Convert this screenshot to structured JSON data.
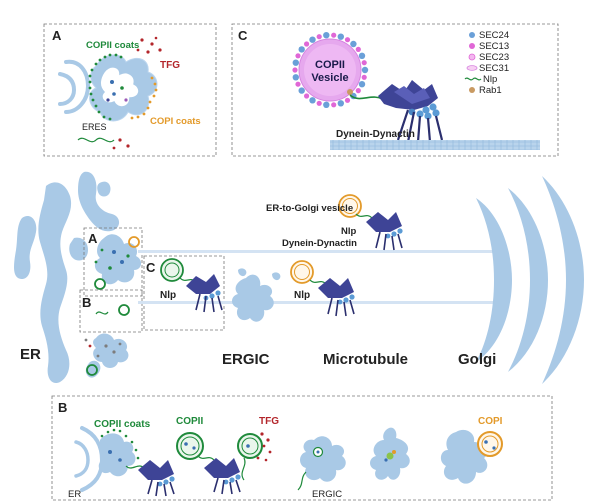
{
  "panel_a": {
    "letter": "A",
    "copii_coats": "COPII coats",
    "tfg": "TFG",
    "copi_coats": "COPI coats",
    "eres": "ERES"
  },
  "panel_c": {
    "letter": "C",
    "vesicle_line1": "COPII",
    "vesicle_line2": "Vesicle",
    "motor": "Dynein-Dynactin",
    "legend": [
      "SEC24",
      "SEC13",
      "SEC23",
      "SEC31",
      "Nlp",
      "Rab1"
    ]
  },
  "main": {
    "er": "ER",
    "ergic": "ERGIC",
    "microtubule": "Microtubule",
    "golgi": "Golgi",
    "vesicle_label": "ER-to-Golgi vesicle",
    "nlp_top": "Nlp",
    "motor_label": "Dynein-Dynactin",
    "nlp_c": "Nlp",
    "nlp_mid": "Nlp",
    "box_a": "A",
    "box_b": "B",
    "box_c": "C"
  },
  "panel_b": {
    "letter": "B",
    "copii_coats": "COPII coats",
    "copii": "COPII",
    "tfg": "TFG",
    "copi": "COPI",
    "er": "ER",
    "ergic": "ERGIC"
  },
  "colors": {
    "membrane": "#a9c9e6",
    "green": "#1f8a3b",
    "orange": "#e39a2a",
    "red": "#b3262b",
    "motor": "#3e4496",
    "magenta": "#e067d6",
    "sec24": "#6aa0d8",
    "rab1": "#c99a62"
  }
}
